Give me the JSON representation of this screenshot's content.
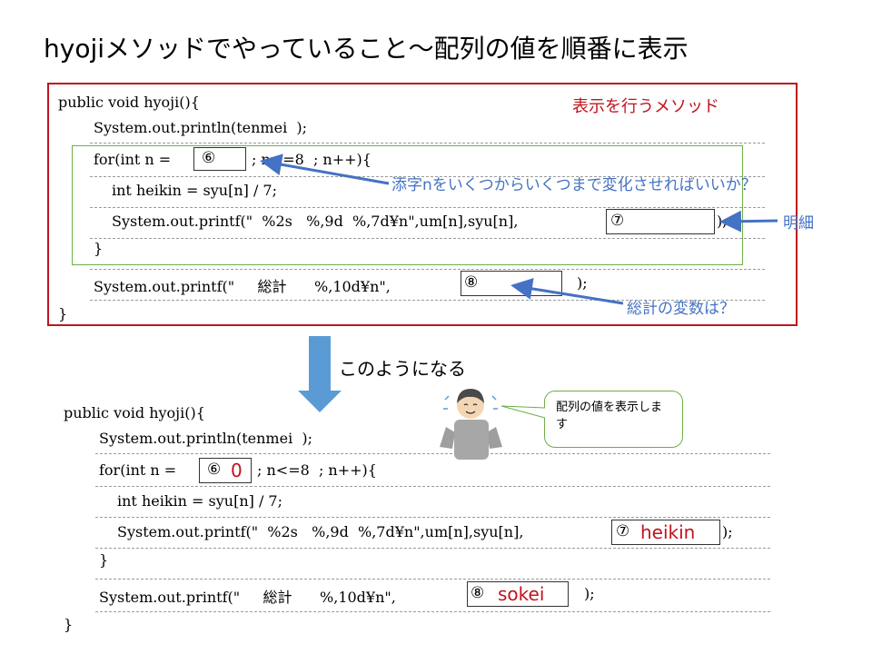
{
  "title": "hyojiメソッドでやっていること～配列の値を順番に表示",
  "top_code": {
    "line1": "public void hyoji(){",
    "line2": "System.out.println(tenmei  );",
    "line3_a": "for(int n = ",
    "line3_b": "⑥",
    "line3_c": "; n<=8  ; n++){",
    "line4": "int heikin = syu[n] / 7;",
    "line5_a": "System.out.printf(\"  %2s   %,9d  %,7d¥n\",um[n],syu[n], ",
    "line5_b": "⑦",
    "line5_c": ");",
    "line6": "}",
    "line7_a": "System.out.printf(\"     総計      %,10d¥n\",",
    "line7_b": "⑧",
    "line7_c": ");",
    "line8": "}"
  },
  "annotations": {
    "method_label": "表示を行うメソッド",
    "index_question": "添字nをいくつからいくつまで変化させればいいか？",
    "detail": "明細",
    "total_question": "総計の変数は？"
  },
  "arrow_caption": "このようになる",
  "speech_bubble": "配列の値を表示します",
  "bottom_code": {
    "line1": "public void hyoji(){",
    "line2": "System.out.println(tenmei  );",
    "line3_a": "for(int n = ",
    "line3_b": "⑥",
    "line3_fill": "0",
    "line3_c": "; n<=8  ; n++){",
    "line4": "int heikin = syu[n] / 7;",
    "line5_a": "System.out.printf(\"  %2s   %,9d  %,7d¥n\",um[n],syu[n], ",
    "line5_b": "⑦",
    "line5_fill": "heikin",
    "line5_c": ");",
    "line6": "}",
    "line7_a": "System.out.printf(\"     総計      %,10d¥n\",",
    "line7_b": "⑧",
    "line7_fill": "sokei",
    "line7_c": ");",
    "line8": "}"
  },
  "colors": {
    "accent_red": "#c0141f",
    "accent_blue": "#4472c4",
    "accent_green": "#70ad47",
    "arrow_fill": "#5b9bd5"
  }
}
